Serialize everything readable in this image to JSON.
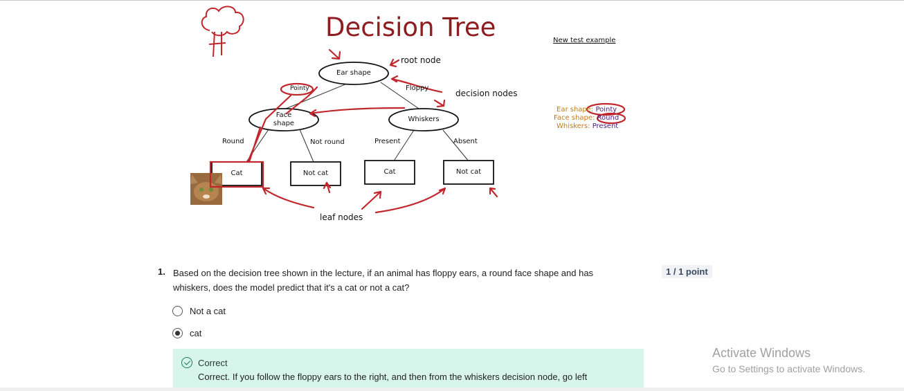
{
  "slide": {
    "title": "Decision Tree",
    "nodes": {
      "root": "Ear shape",
      "left_decision": [
        "Face",
        "shape"
      ],
      "right_decision": "Whiskers",
      "leaf1": "Cat",
      "leaf2": "Not cat",
      "leaf3": "Cat",
      "leaf4": "Not cat"
    },
    "edges": {
      "pointy": "Pointy",
      "floppy": "Floppy",
      "round": "Round",
      "not_round": "Not round",
      "present": "Present",
      "absent": "Absent"
    },
    "annotations": {
      "root_node": "root node",
      "decision_nodes": "decision nodes",
      "leaf_nodes": "leaf nodes"
    },
    "test_example": {
      "heading": "New test example",
      "rows": [
        {
          "key": "Ear shape:",
          "value": "Pointy"
        },
        {
          "key": "Face shape:",
          "value": "Round"
        },
        {
          "key": "Whiskers:",
          "value": "Present"
        }
      ]
    },
    "colors": {
      "title": "#8e1d20",
      "pen": "#c0262b",
      "test_key": "#c07b1a"
    }
  },
  "question": {
    "number": "1.",
    "text": "Based on the decision tree shown in the lecture, if an animal has floppy ears, a round face shape and has whiskers, does the model predict that it's a cat or not a cat?",
    "points": "1 / 1 point",
    "options": [
      {
        "label": "Not a cat",
        "selected": false
      },
      {
        "label": "cat",
        "selected": true
      }
    ],
    "feedback": {
      "title": "Correct",
      "text": "Correct. If you follow the floppy ears to the right, and then from the whiskers decision node, go left"
    }
  },
  "watermark": {
    "title": "Activate Windows",
    "subtitle": "Go to Settings to activate Windows."
  }
}
